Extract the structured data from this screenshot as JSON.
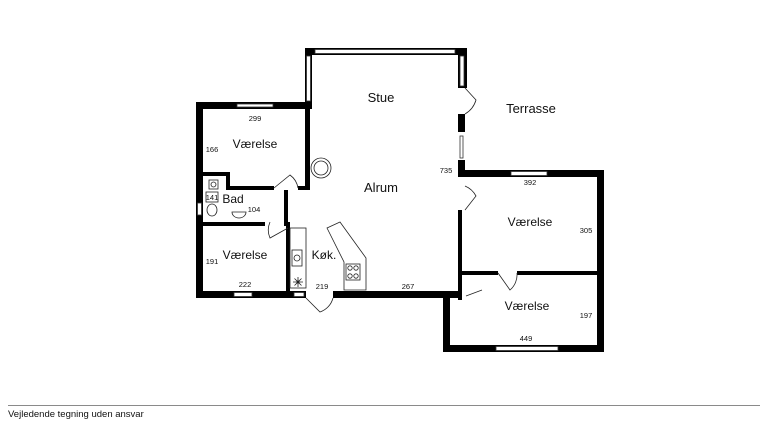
{
  "rooms": {
    "stue": "Stue",
    "terrasse": "Terrasse",
    "alrum": "Alrum",
    "vaerelse_nw": "Værelse",
    "vaerelse_sw": "Værelse",
    "vaerelse_e1": "Værelse",
    "vaerelse_e2": "Værelse",
    "bad": "Bad",
    "koekken": "Køk."
  },
  "dimensions": {
    "d299": "299",
    "d166": "166",
    "d141": "141",
    "d104": "104",
    "d191": "191",
    "d222": "222",
    "d219": "219",
    "d267": "267",
    "d735": "735",
    "d392": "392",
    "d305": "305",
    "d197": "197",
    "d449": "449"
  },
  "footer": {
    "disclaimer": "Vejledende tegning uden ansvar"
  }
}
